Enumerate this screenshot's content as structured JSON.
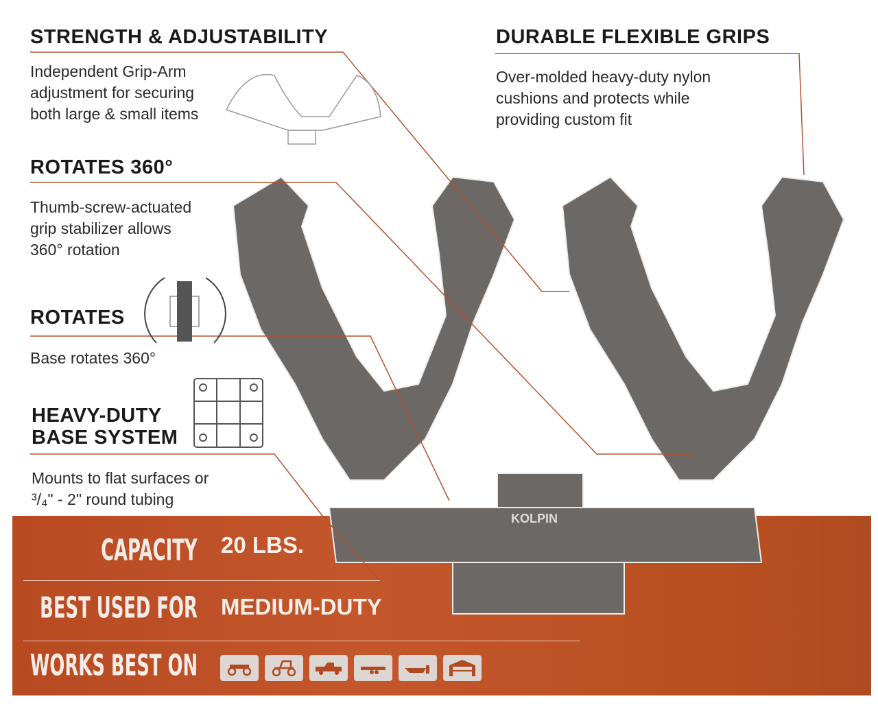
{
  "features": [
    {
      "title": "STRENGTH & ADJUSTABILITY",
      "text": [
        "Independent Grip-Arm",
        "adjustment for securing",
        "both large & small items"
      ]
    },
    {
      "title": "DURABLE FLEXIBLE GRIPS",
      "text": [
        "Over-molded heavy-duty nylon",
        "cushions and protects while",
        "providing custom fit"
      ]
    },
    {
      "title": "ROTATES 360°",
      "text": [
        "Thumb-screw-actuated",
        "grip stabilizer allows",
        "360° rotation"
      ]
    },
    {
      "title": "ROTATES",
      "text": [
        "Base rotates 360°"
      ]
    },
    {
      "title": [
        "HEAVY-DUTY",
        "BASE SYSTEM"
      ],
      "text": [
        "Mounts to flat surfaces or",
        "³/₄\" - 2\" round tubing"
      ]
    }
  ],
  "specs": {
    "capacity_label": "CAPACITY",
    "capacity_value": "20 LBS.",
    "best_used_label": "BEST USED FOR",
    "best_used_value": "MEDIUM-DUTY",
    "works_best_label": "WORKS BEST ON",
    "vehicles": [
      "atv-icon",
      "utv-icon",
      "truck-icon",
      "trailer-icon",
      "boat-icon",
      "garage-icon"
    ]
  },
  "brand": "KOLPIN",
  "colors": {
    "accent": "#c0532a",
    "product": "#6b6866"
  }
}
